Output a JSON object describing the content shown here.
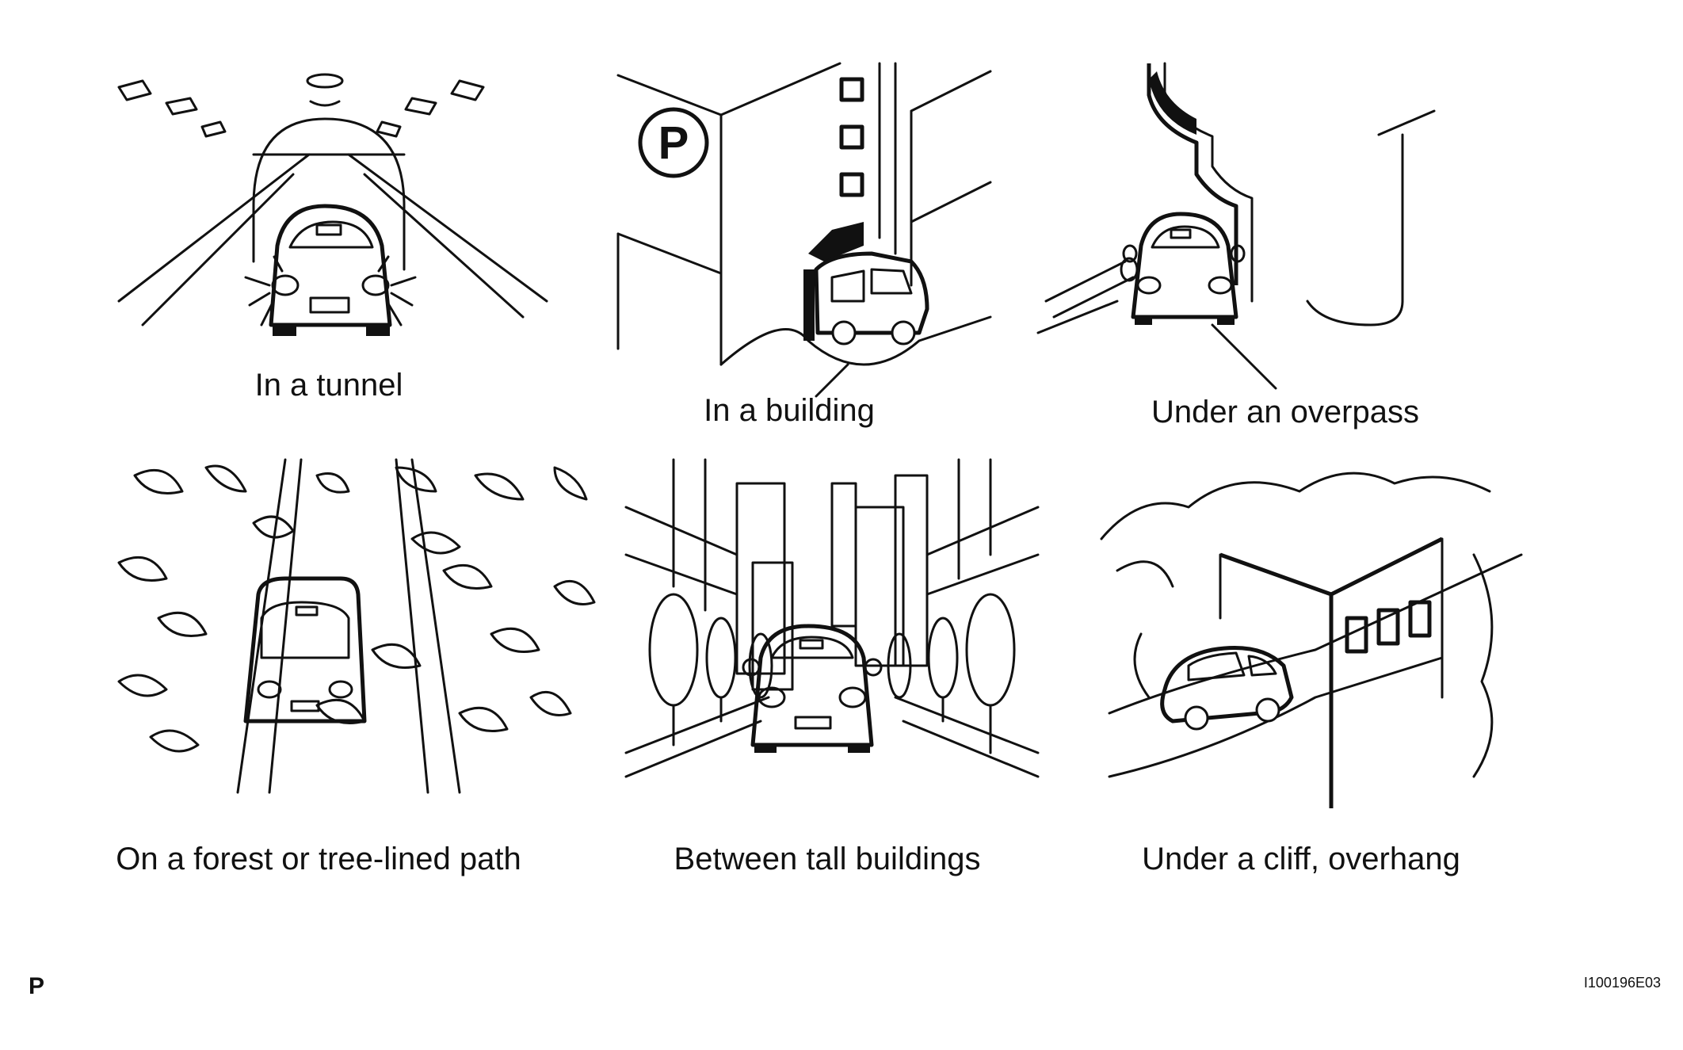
{
  "panels": [
    {
      "id": "tunnel",
      "caption": "In a tunnel"
    },
    {
      "id": "building",
      "caption": "In a building"
    },
    {
      "id": "overpass",
      "caption": "Under an overpass"
    },
    {
      "id": "forest",
      "caption": "On a forest or tree-lined path"
    },
    {
      "id": "tall-buildings",
      "caption": "Between tall buildings"
    },
    {
      "id": "cliff",
      "caption": "Under a cliff, overhang"
    }
  ],
  "parking_sign_letter": "P",
  "corner_letter": "P",
  "figure_id": "I100196E03"
}
